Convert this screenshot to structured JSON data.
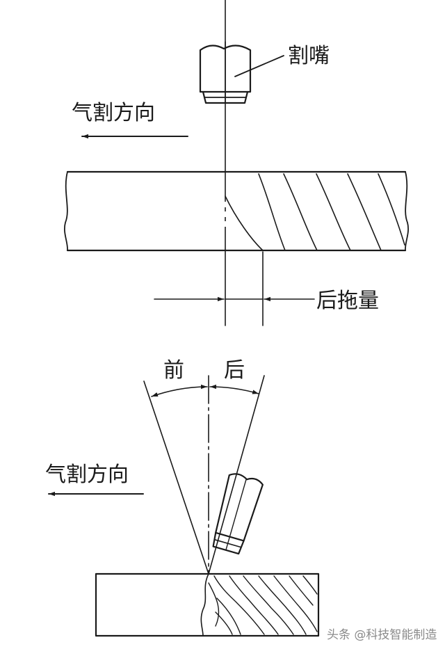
{
  "labels": {
    "nozzle": "割嘴",
    "cut_direction_top": "气割方向",
    "drag_amount": "后拖量",
    "front": "前",
    "back": "后",
    "cut_direction_bottom": "气割方向"
  },
  "watermark": "头条 @科技智能制造",
  "colors": {
    "ink": "#1a1a1a",
    "watermark": "#8a8a8a"
  }
}
